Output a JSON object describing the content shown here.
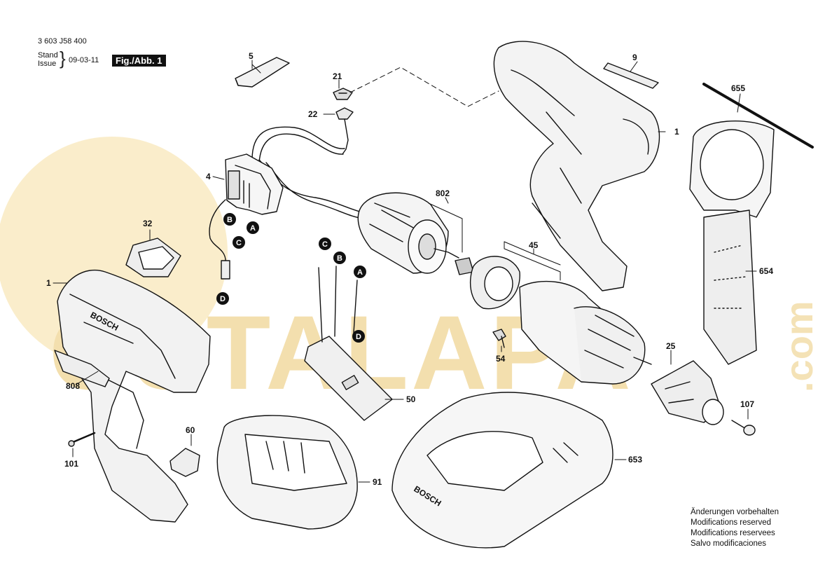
{
  "header": {
    "part_number": "3 603 J58 400",
    "stand_label": "Stand",
    "issue_label": "Issue",
    "issue_date": "09-03-11",
    "figure_label": "Fig./Abb. 1"
  },
  "notes": [
    "Änderungen vorbehalten",
    "Modifications reserved",
    "Modifications reservees",
    "Salvo modificaciones"
  ],
  "watermark": {
    "text": "OSTALAPA",
    "suffix": ".com",
    "color": "#f2d48a"
  },
  "parts": {
    "p1_housing": "1",
    "p1_handle": "1",
    "p4": "4",
    "p5": "5",
    "p9": "9",
    "p21": "21",
    "p22": "22",
    "p25": "25",
    "p32": "32",
    "p45": "45",
    "p50": "50",
    "p54": "54",
    "p60": "60",
    "p91": "91",
    "p101": "101",
    "p107": "107",
    "p653": "653",
    "p654": "654",
    "p655": "655",
    "p802": "802",
    "p808": "808"
  },
  "connectors": {
    "a1": "A",
    "b1": "B",
    "c1": "C",
    "d1": "D",
    "a2": "A",
    "b2": "B",
    "c2": "C",
    "d2": "D"
  },
  "brand": {
    "housing": "BOSCH",
    "charger": "BOSCH"
  }
}
